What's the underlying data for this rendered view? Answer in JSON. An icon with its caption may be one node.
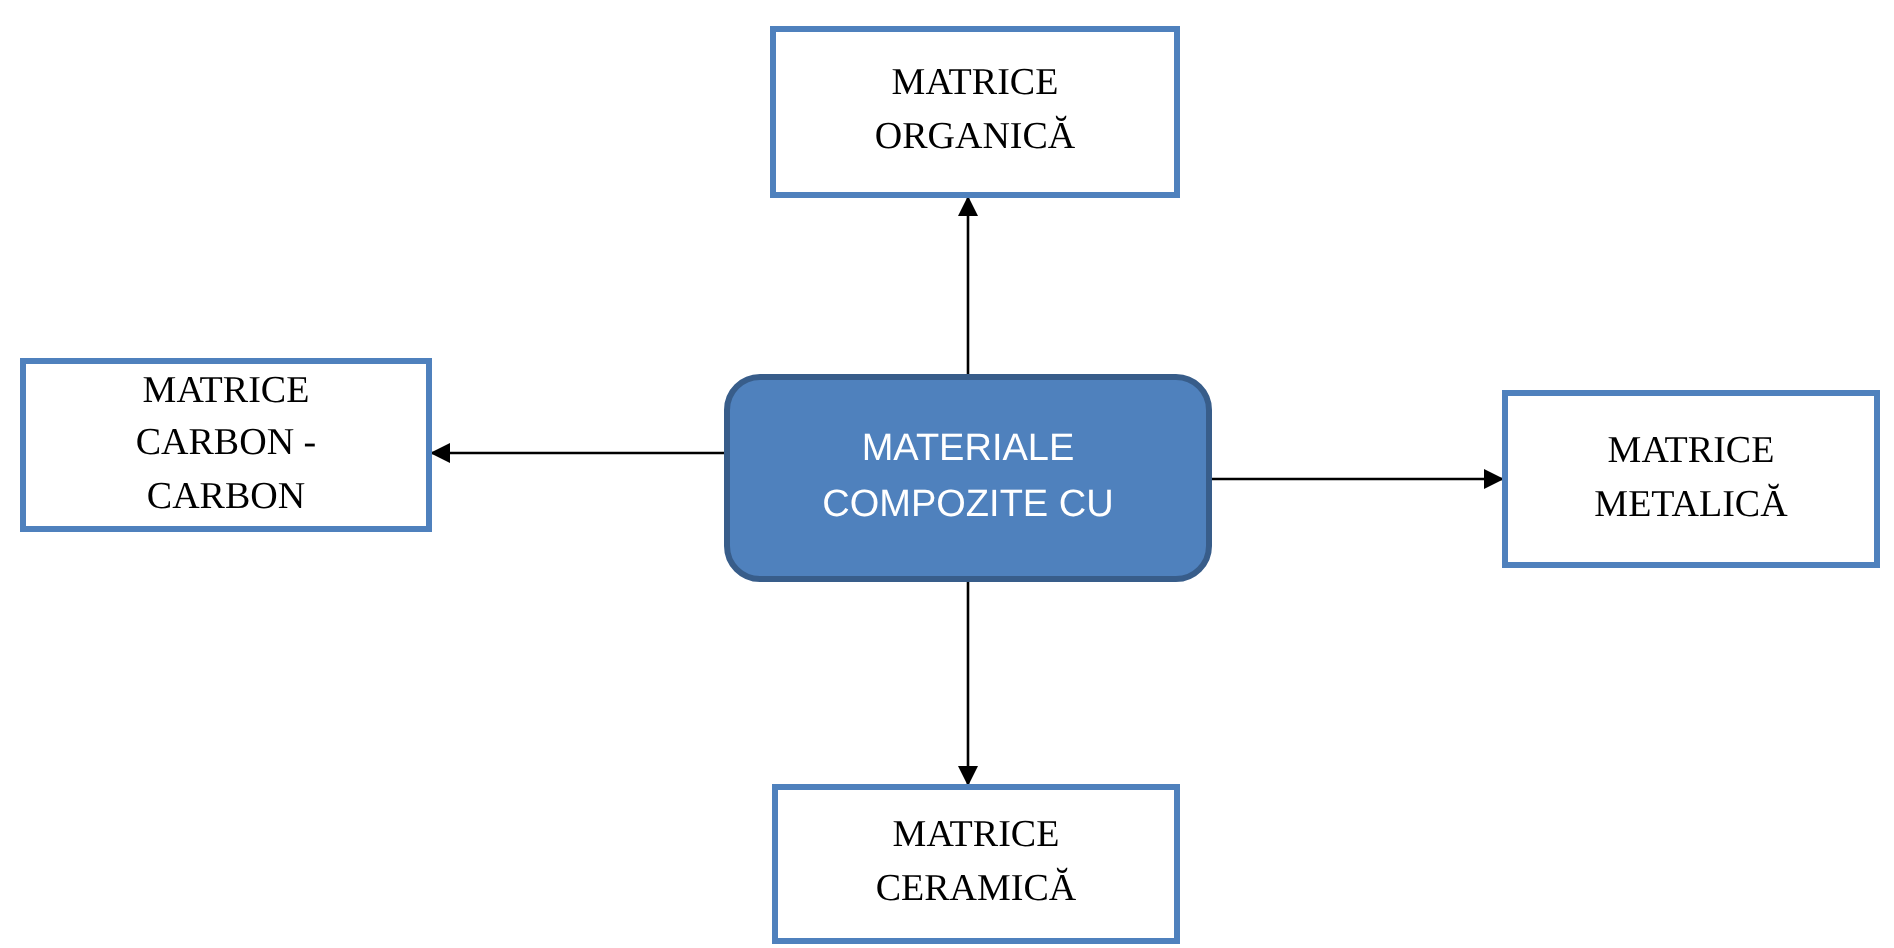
{
  "diagram": {
    "nodes": [
      {
        "text": [
          "MATRICE ORGANICĂ"
        ]
      },
      {
        "text": [
          "MATRICE CARBON - CARBON"
        ]
      },
      {
        "text": [
          "MATERIALE COMPOZITE CU"
        ]
      },
      {
        "text": [
          "MATRICE METALICĂ"
        ]
      },
      {
        "text": [
          "MATRICE CERAMICĂ"
        ]
      }
    ],
    "edges": [
      {
        "from": 2,
        "to": 0,
        "arrow": "to"
      },
      {
        "from": 2,
        "to": 1,
        "arrow": "to"
      },
      {
        "from": 2,
        "to": 3,
        "arrow": "to"
      },
      {
        "from": 2,
        "to": 4,
        "arrow": "to"
      }
    ]
  }
}
